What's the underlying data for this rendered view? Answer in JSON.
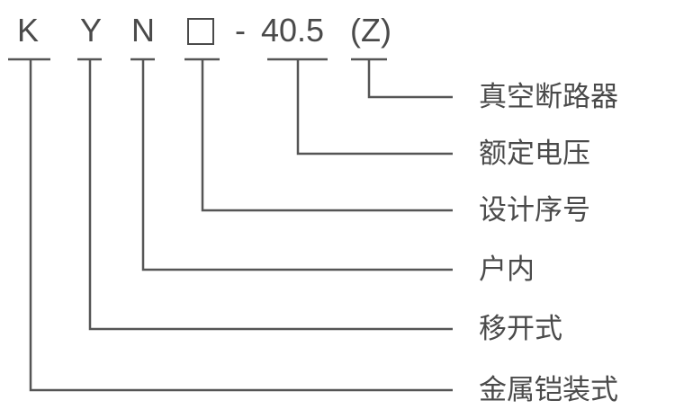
{
  "title": "KYN model designation diagram",
  "code_parts": [
    {
      "id": "k",
      "text": "K"
    },
    {
      "id": "y",
      "text": "Y"
    },
    {
      "id": "n",
      "text": "N"
    },
    {
      "id": "design",
      "text": "□",
      "icon": "empty-box"
    },
    {
      "id": "dash",
      "text": "-"
    },
    {
      "id": "voltage",
      "text": "40.5"
    },
    {
      "id": "z",
      "text": "(Z)"
    }
  ],
  "labels": [
    {
      "for": "z",
      "text": "真空断路器"
    },
    {
      "for": "voltage",
      "text": "额定电压"
    },
    {
      "for": "design",
      "text": "设计序号"
    },
    {
      "for": "n",
      "text": "户内"
    },
    {
      "for": "y",
      "text": "移开式"
    },
    {
      "for": "k",
      "text": "金属铠装式"
    }
  ],
  "colors": {
    "line": "#555555",
    "text": "#4a4a4a"
  }
}
